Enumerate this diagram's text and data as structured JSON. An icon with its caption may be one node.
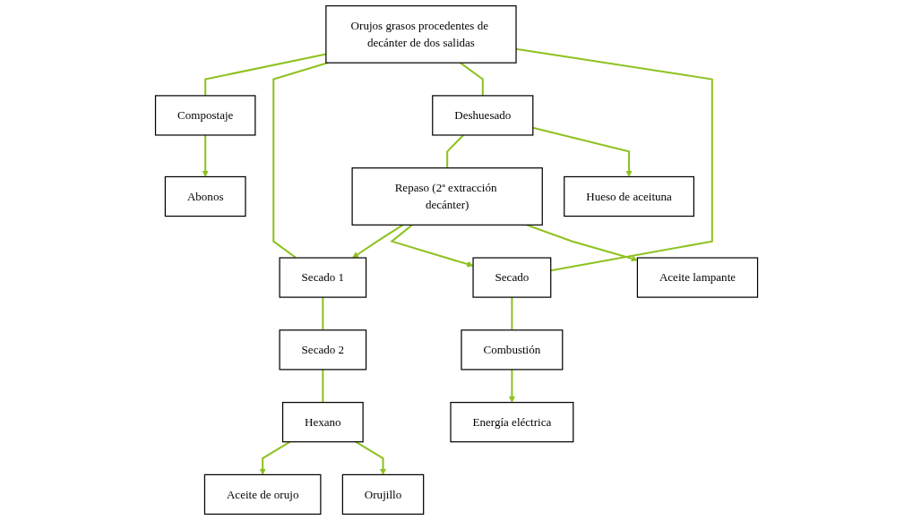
{
  "diagram": {
    "nodes": [
      {
        "text": [
          "Orujos grasos procedentes de decánter de dos salidas"
        ]
      },
      {
        "text": [
          "Compostaje"
        ]
      },
      {
        "text": [
          "Secado 1"
        ]
      },
      {
        "text": [
          "Deshuesado"
        ]
      },
      {
        "text": [
          "Secado"
        ]
      },
      {
        "text": [
          "Secado 2"
        ]
      },
      {
        "text": [
          "Repaso (2ª extracción decánter)"
        ]
      },
      {
        "text": [
          "Combustión"
        ]
      },
      {
        "text": [
          "Hexano"
        ]
      },
      {
        "text": [
          "Abonos"
        ]
      },
      {
        "text": [
          "Aceite de orujo"
        ]
      },
      {
        "text": [
          "Orujillo"
        ]
      },
      {
        "text": [
          "Aceite lampante"
        ]
      },
      {
        "text": [
          "Hueso de aceituna"
        ]
      },
      {
        "text": [
          "Energía eléctrica"
        ]
      }
    ],
    "edges": [
      {
        "from": 0,
        "to": 1,
        "arrow": "none"
      },
      {
        "from": 0,
        "to": 2,
        "arrow": "none"
      },
      {
        "from": 0,
        "to": 3,
        "arrow": "none"
      },
      {
        "from": 0,
        "to": 4,
        "arrow": "none"
      },
      {
        "from": 1,
        "to": 9,
        "arrow": "to"
      },
      {
        "from": 2,
        "to": 5,
        "arrow": "none"
      },
      {
        "from": 5,
        "to": 8,
        "arrow": "none"
      },
      {
        "from": 8,
        "to": 10,
        "arrow": "to"
      },
      {
        "from": 8,
        "to": 11,
        "arrow": "to"
      },
      {
        "from": 3,
        "to": 6,
        "arrow": "none"
      },
      {
        "from": 3,
        "to": 13,
        "arrow": "to"
      },
      {
        "from": 6,
        "to": 2,
        "arrow": "to"
      },
      {
        "from": 6,
        "to": 4,
        "arrow": "to"
      },
      {
        "from": 6,
        "to": 12,
        "arrow": "to"
      },
      {
        "from": 4,
        "to": 7,
        "arrow": "none"
      },
      {
        "from": 7,
        "to": 14,
        "arrow": "to"
      }
    ]
  }
}
